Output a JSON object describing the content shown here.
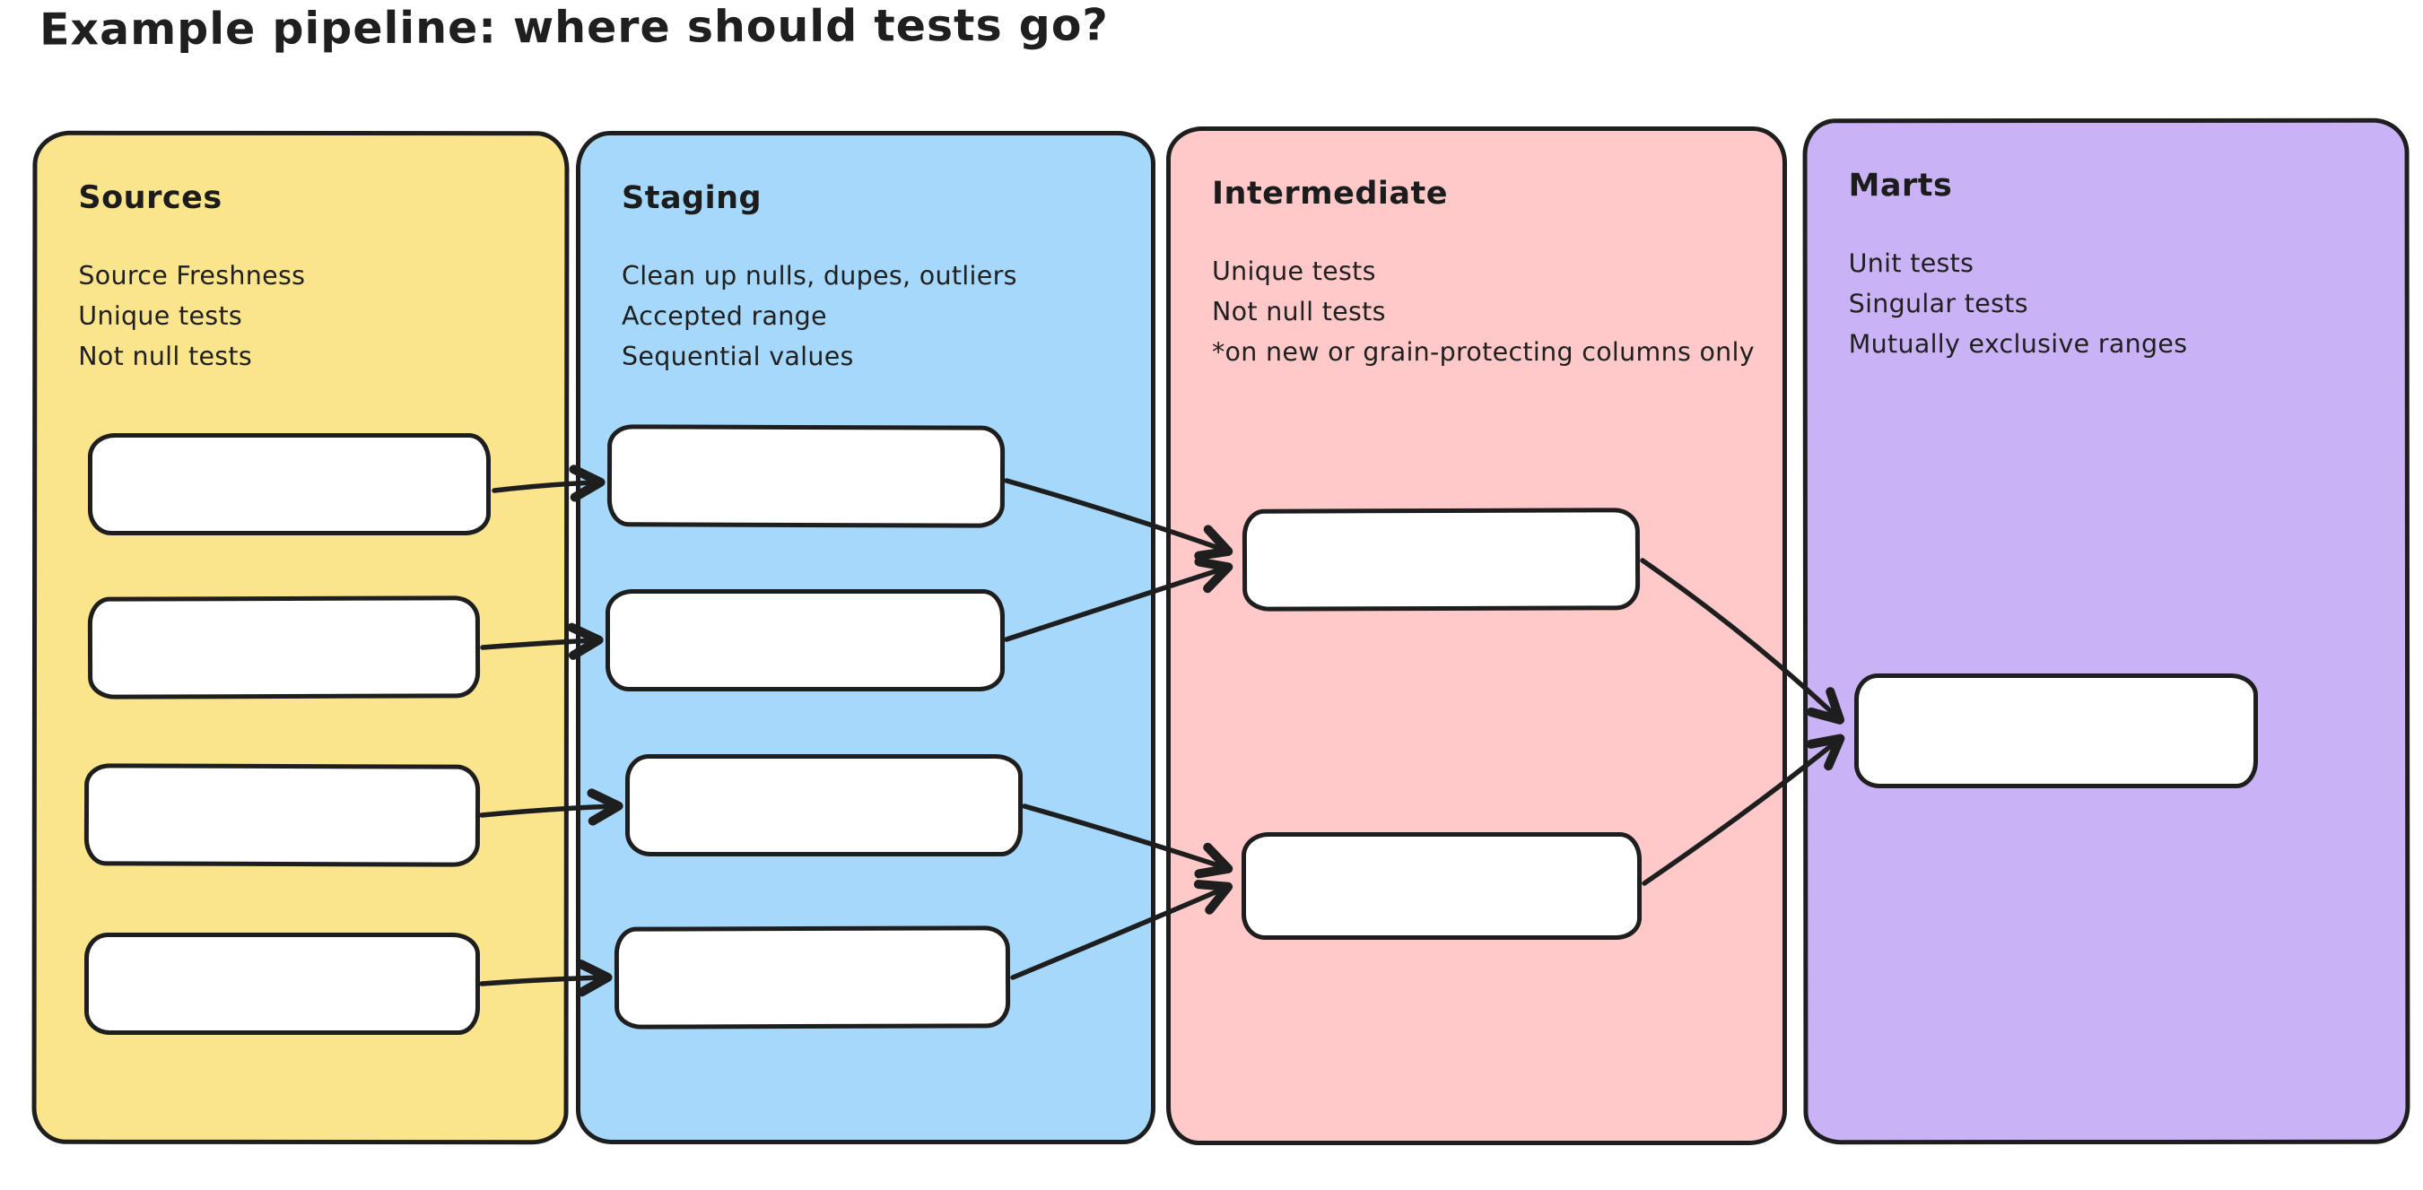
{
  "title": "Example pipeline: where should tests go?",
  "colors": {
    "ink": "#1e1e1e",
    "canvas_background": "#ffffff",
    "node_fill": "#ffffff",
    "sources_fill": "#fae48c",
    "staging_fill": "#a5d8fa",
    "intermediate_fill": "#ffc9c9",
    "marts_fill": "#c9b2f6"
  },
  "columns": [
    {
      "id": "sources",
      "label": "Sources",
      "notes": [
        "Source Freshness",
        "Unique tests",
        "Not null tests"
      ],
      "node_count": 4,
      "fill": "#fae48c"
    },
    {
      "id": "staging",
      "label": "Staging",
      "notes": [
        "Clean up nulls, dupes, outliers",
        "Accepted range",
        "Sequential values"
      ],
      "node_count": 4,
      "fill": "#a5d8fa"
    },
    {
      "id": "intermediate",
      "label": "Intermediate",
      "notes": [
        "Unique tests",
        "Not null tests",
        "*on new or grain-protecting columns only"
      ],
      "node_count": 2,
      "fill": "#ffc9c9"
    },
    {
      "id": "marts",
      "label": "Marts",
      "notes": [
        "Unit tests",
        "Singular tests",
        "Mutually exclusive ranges"
      ],
      "node_count": 1,
      "fill": "#c9b2f6"
    }
  ],
  "edges": [
    {
      "from": "sources-1",
      "to": "staging-1"
    },
    {
      "from": "sources-2",
      "to": "staging-2"
    },
    {
      "from": "sources-3",
      "to": "staging-3"
    },
    {
      "from": "sources-4",
      "to": "staging-4"
    },
    {
      "from": "staging-1",
      "to": "intermediate-1"
    },
    {
      "from": "staging-2",
      "to": "intermediate-1"
    },
    {
      "from": "staging-3",
      "to": "intermediate-2"
    },
    {
      "from": "staging-4",
      "to": "intermediate-2"
    },
    {
      "from": "intermediate-1",
      "to": "marts-1"
    },
    {
      "from": "intermediate-2",
      "to": "marts-1"
    }
  ]
}
